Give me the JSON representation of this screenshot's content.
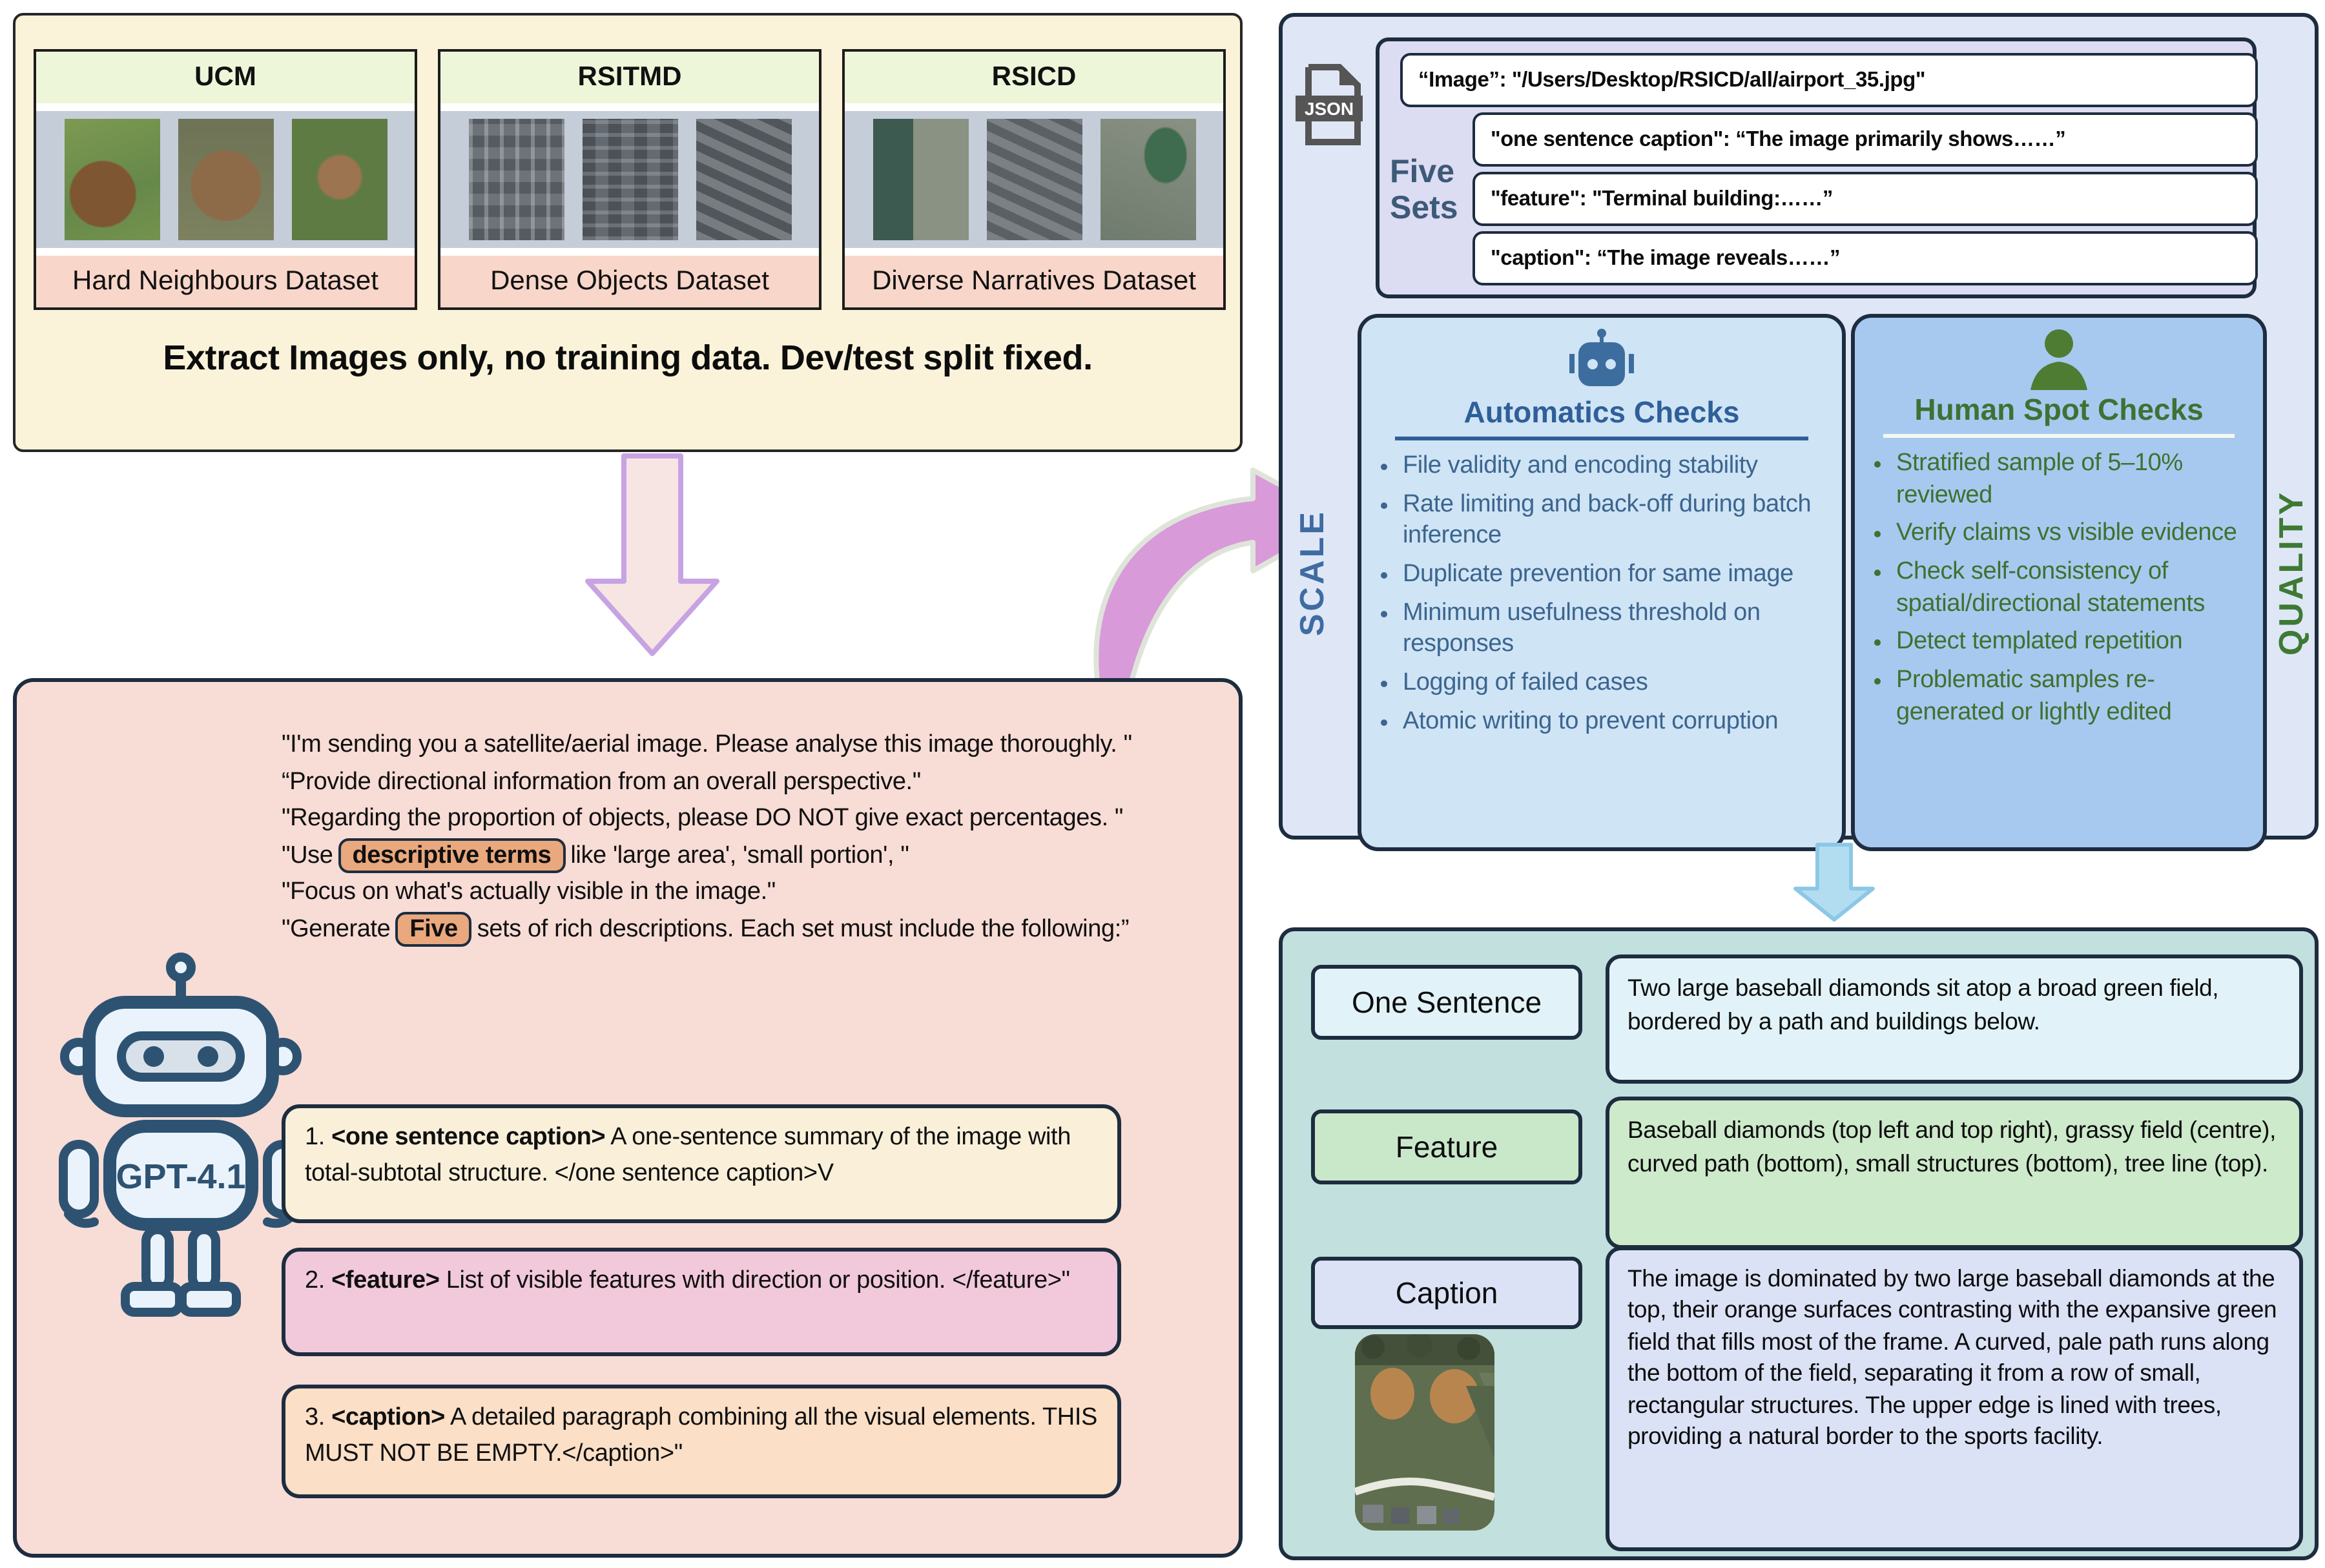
{
  "datasets_panel": {
    "cards": [
      {
        "title": "UCM",
        "label": "Hard Neighbours Dataset"
      },
      {
        "title": "RSITMD",
        "label": "Dense Objects Dataset"
      },
      {
        "title": "RSICD",
        "label": "Diverse Narratives Dataset"
      }
    ],
    "note": "Extract Images only, no training data. Dev/test split fixed."
  },
  "prompt_panel": {
    "model": "GPT-4.1",
    "s1": "\"I'm sending you a satellite/aerial image. Please analyse this image thoroughly. \"",
    "s2": "“Provide directional information from an overall perspective.\"",
    "s3": "\"Regarding the proportion of objects, please DO NOT give exact percentages. \"",
    "s4a": "\"Use",
    "chip1": "descriptive terms",
    "s4b": "like 'large area', 'small portion', \"",
    "s5": "\"Focus on what's actually visible in the image.\"",
    "s6a": "\"Generate",
    "chip2": "Five",
    "s6b": "sets of rich descriptions. Each set must include the following:”",
    "boxes": [
      {
        "prefix": "1. ",
        "tag": "<one sentence caption>",
        "text": " A one-sentence summary of the image with total-subtotal structure. </one sentence caption>V"
      },
      {
        "prefix": "2. ",
        "tag": "<feature>",
        "text": " List of visible features with direction or position. </feature>\""
      },
      {
        "prefix": "3. ",
        "tag": "<caption>",
        "text": " A detailed paragraph combining all the visual elements. THIS MUST NOT BE EMPTY.</caption>\""
      }
    ]
  },
  "json_panel": {
    "file_icon_label": "JSON",
    "sets_label": "Five Sets",
    "records": [
      "“Image”: \"/Users/Desktop/RSICD/all/airport_35.jpg\"",
      "\"one sentence caption\": “The image primarily shows……”",
      "\"feature\": \"Terminal building:……”",
      "\"caption\": “The image reveals……”"
    ],
    "scale_label": "SCALE",
    "quality_label": "QUALITY",
    "automatic": {
      "title": "Automatics Checks",
      "items": [
        "File validity and encoding stability",
        "Rate limiting and back-off during batch inference",
        "Duplicate prevention for same image",
        "Minimum usefulness threshold on responses",
        "Logging of failed cases",
        "Atomic writing to prevent corruption"
      ]
    },
    "human": {
      "title": "Human Spot Checks",
      "items": [
        "Stratified sample of 5–10% reviewed",
        "Verify claims vs visible evidence",
        "Check self-consistency of spatial/directional statements",
        "Detect templated repetition",
        "Problematic samples re-generated or lightly edited"
      ]
    }
  },
  "output_panel": {
    "rows": [
      {
        "label": "One Sentence",
        "text": "Two large baseball diamonds sit atop a broad green field, bordered by a path and buildings below."
      },
      {
        "label": "Feature",
        "text": "Baseball diamonds (top left and top right), grassy field (centre), curved path (bottom), small structures (bottom), tree line (top)."
      },
      {
        "label": "Caption",
        "text": "The image is dominated by two large baseball diamonds at the top, their orange surfaces contrasting with the expansive green field that fills most of the frame. A curved, pale path runs along the bottom of the field, separating it from a row of small, rectangular structures. The upper edge is lined with trees, providing a natural border to the sports facility."
      }
    ]
  },
  "colors": {
    "navy_border": "#1d2d3f",
    "datasets_bg": "#faf3d9",
    "prompt_bg": "#f8dcd6",
    "json_outer_bg": "#dfe7f7",
    "json_inner_bg": "#dcdcf2",
    "auto_bg": "#cfe4f5",
    "human_bg": "#a7c9f0",
    "output_bg": "#c2e0dd",
    "chip_bg": "#e9a87d",
    "scale_color": "#3f6ba3",
    "quality_color": "#3e7a33",
    "curved_arrow": "#d89ad8",
    "pink_arrow": "#f7e5e3",
    "blue_arrow": "#b2ddf1"
  }
}
